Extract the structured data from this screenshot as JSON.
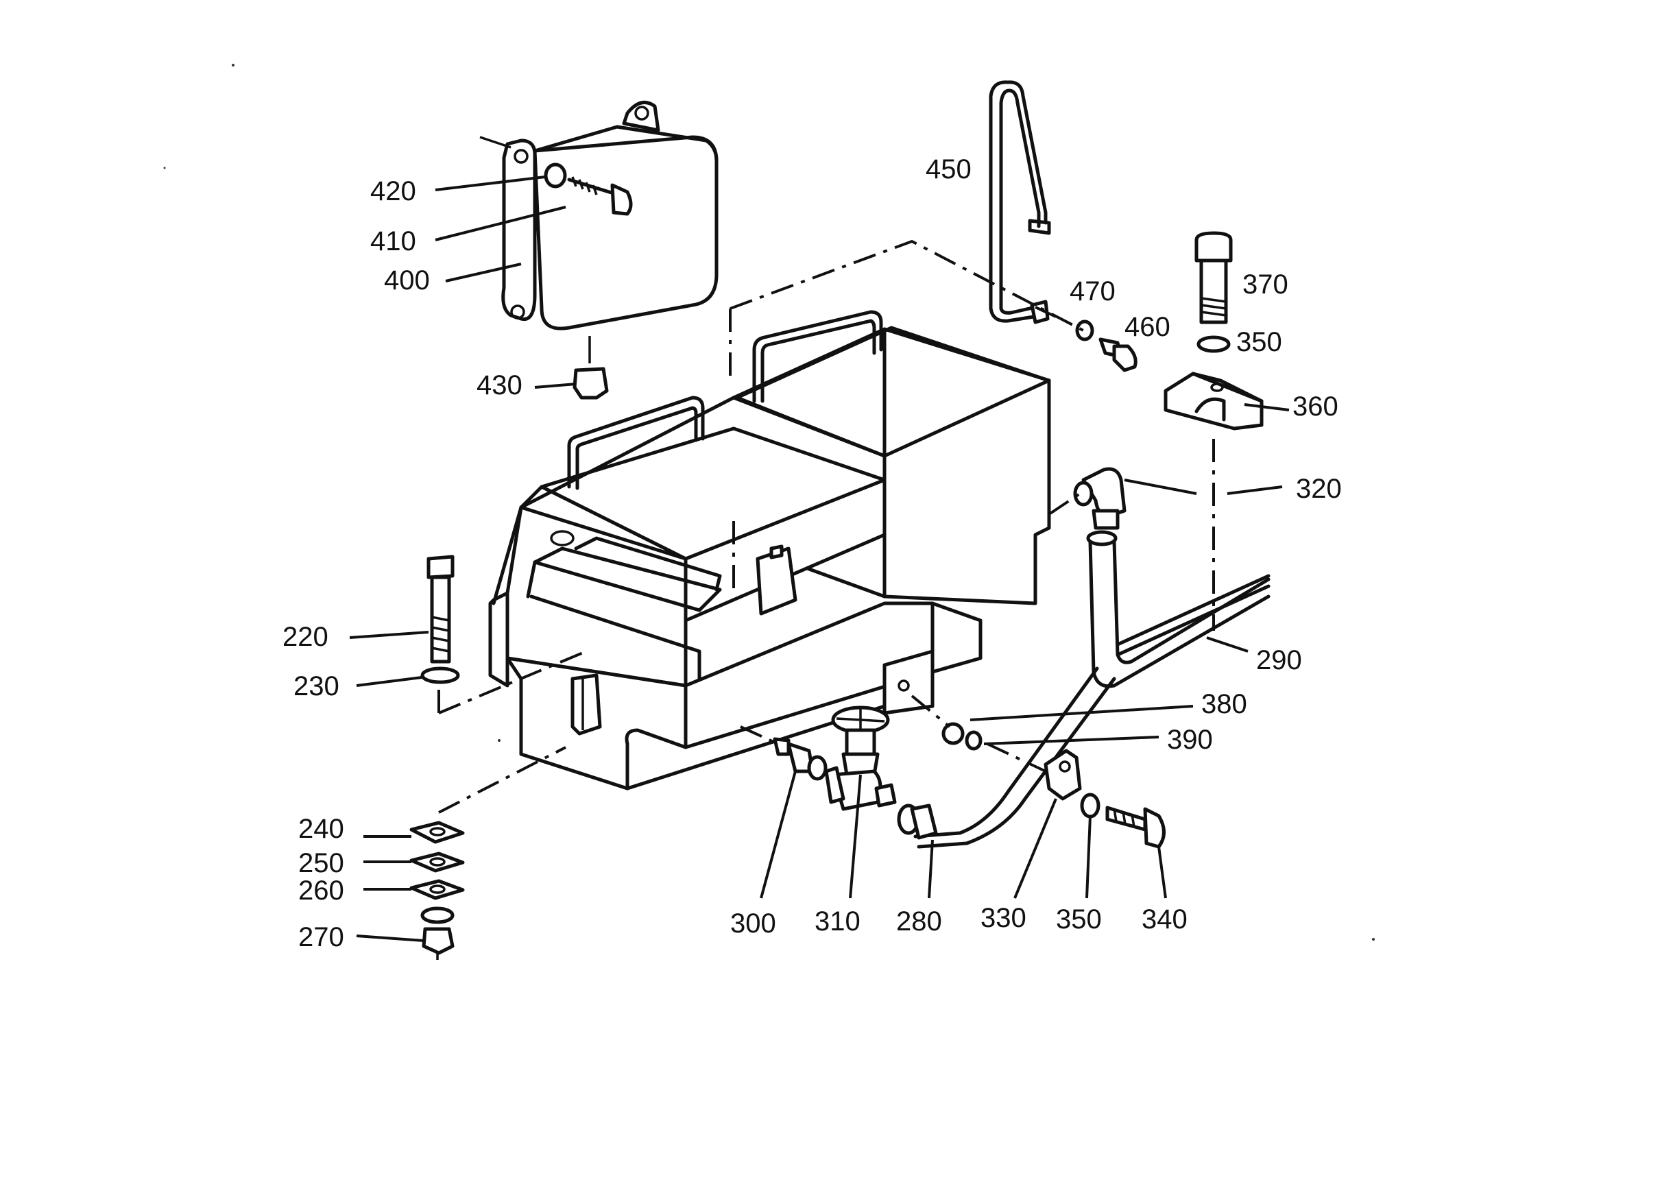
{
  "part_labels": [
    {
      "id": "420",
      "text": "420"
    },
    {
      "id": "410",
      "text": "410"
    },
    {
      "id": "400",
      "text": "400"
    },
    {
      "id": "430",
      "text": "430"
    },
    {
      "id": "450",
      "text": "450"
    },
    {
      "id": "470",
      "text": "470"
    },
    {
      "id": "460",
      "text": "460"
    },
    {
      "id": "370",
      "text": "370"
    },
    {
      "id": "350a",
      "text": "350"
    },
    {
      "id": "360",
      "text": "360"
    },
    {
      "id": "320",
      "text": "320"
    },
    {
      "id": "290",
      "text": "290"
    },
    {
      "id": "380",
      "text": "380"
    },
    {
      "id": "390",
      "text": "390"
    },
    {
      "id": "220",
      "text": "220"
    },
    {
      "id": "230",
      "text": "230"
    },
    {
      "id": "240",
      "text": "240"
    },
    {
      "id": "250",
      "text": "250"
    },
    {
      "id": "260",
      "text": "260"
    },
    {
      "id": "270",
      "text": "270"
    },
    {
      "id": "300",
      "text": "300"
    },
    {
      "id": "310",
      "text": "310"
    },
    {
      "id": "280",
      "text": "280"
    },
    {
      "id": "330",
      "text": "330"
    },
    {
      "id": "350b",
      "text": "350"
    },
    {
      "id": "340",
      "text": "340"
    }
  ]
}
